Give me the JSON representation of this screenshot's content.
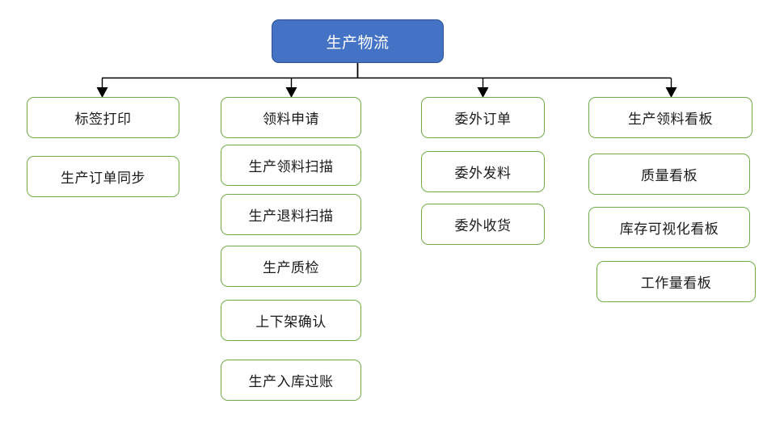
{
  "diagram": {
    "type": "org-tree",
    "title": "生产物流",
    "colors": {
      "root_fill": "#4472C4",
      "root_border": "#2F528F",
      "root_text": "#FFFFFF",
      "leaf_fill": "#FFFFFF",
      "leaf_border": "#70AD47",
      "leaf_text": "#1A1A1A",
      "connector": "#000000"
    },
    "root": {
      "label": "生产物流"
    },
    "branches": [
      {
        "id": "branch-1",
        "nodes": [
          {
            "label": "标签打印"
          },
          {
            "label": "生产订单同步"
          }
        ]
      },
      {
        "id": "branch-2",
        "nodes": [
          {
            "label": "领料申请"
          },
          {
            "label": "生产领料扫描"
          },
          {
            "label": "生产退料扫描"
          },
          {
            "label": "生产质检"
          },
          {
            "label": "上下架确认"
          },
          {
            "label": "生产入库过账"
          }
        ]
      },
      {
        "id": "branch-3",
        "nodes": [
          {
            "label": "委外订单"
          },
          {
            "label": "委外发料"
          },
          {
            "label": "委外收货"
          }
        ]
      },
      {
        "id": "branch-4",
        "nodes": [
          {
            "label": "生产领料看板"
          },
          {
            "label": "质量看板"
          },
          {
            "label": "库存可视化看板"
          },
          {
            "label": "工作量看板"
          }
        ]
      }
    ]
  }
}
